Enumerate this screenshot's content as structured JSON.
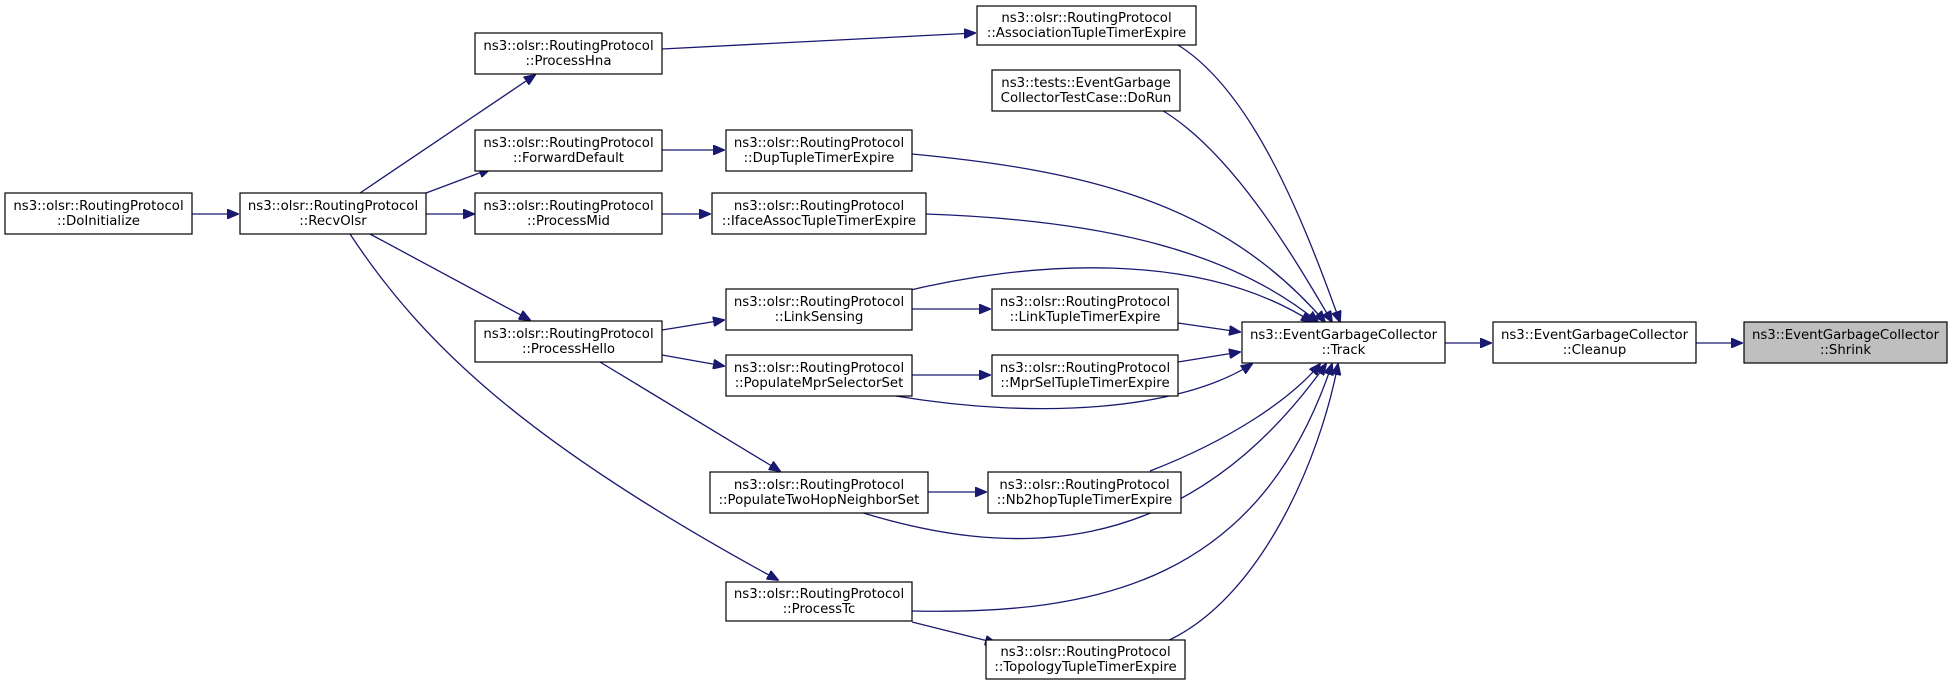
{
  "colors": {
    "edge": "#191970",
    "highlight": "#bfbfbf",
    "node_fill": "#ffffff",
    "border": "#000000"
  },
  "nodes": {
    "doinit": {
      "l1": "ns3::olsr::RoutingProtocol",
      "l2": "::DoInitialize"
    },
    "recv": {
      "l1": "ns3::olsr::RoutingProtocol",
      "l2": "::RecvOlsr"
    },
    "hna": {
      "l1": "ns3::olsr::RoutingProtocol",
      "l2": "::ProcessHna"
    },
    "fwd": {
      "l1": "ns3::olsr::RoutingProtocol",
      "l2": "::ForwardDefault"
    },
    "mid": {
      "l1": "ns3::olsr::RoutingProtocol",
      "l2": "::ProcessMid"
    },
    "hello": {
      "l1": "ns3::olsr::RoutingProtocol",
      "l2": "::ProcessHello"
    },
    "assoc": {
      "l1": "ns3::olsr::RoutingProtocol",
      "l2": "::AssociationTupleTimerExpire"
    },
    "test": {
      "l1": "ns3::tests::EventGarbage",
      "l2": "CollectorTestCase::DoRun"
    },
    "dup": {
      "l1": "ns3::olsr::RoutingProtocol",
      "l2": "::DupTupleTimerExpire"
    },
    "iface": {
      "l1": "ns3::olsr::RoutingProtocol",
      "l2": "::IfaceAssocTupleTimerExpire"
    },
    "link": {
      "l1": "ns3::olsr::RoutingProtocol",
      "l2": "::LinkSensing"
    },
    "popmpr": {
      "l1": "ns3::olsr::RoutingProtocol",
      "l2": "::PopulateMprSelectorSet"
    },
    "pop2hop": {
      "l1": "ns3::olsr::RoutingProtocol",
      "l2": "::PopulateTwoHopNeighborSet"
    },
    "tc": {
      "l1": "ns3::olsr::RoutingProtocol",
      "l2": "::ProcessTc"
    },
    "linkt": {
      "l1": "ns3::olsr::RoutingProtocol",
      "l2": "::LinkTupleTimerExpire"
    },
    "mprsel": {
      "l1": "ns3::olsr::RoutingProtocol",
      "l2": "::MprSelTupleTimerExpire"
    },
    "nb2": {
      "l1": "ns3::olsr::RoutingProtocol",
      "l2": "::Nb2hopTupleTimerExpire"
    },
    "topo": {
      "l1": "ns3::olsr::RoutingProtocol",
      "l2": "::TopologyTupleTimerExpire"
    },
    "track": {
      "l1": "ns3::EventGarbageCollector",
      "l2": "::Track"
    },
    "cleanup": {
      "l1": "ns3::EventGarbageCollector",
      "l2": "::Cleanup"
    },
    "shrink": {
      "l1": "ns3::EventGarbageCollector",
      "l2": "::Shrink"
    }
  }
}
